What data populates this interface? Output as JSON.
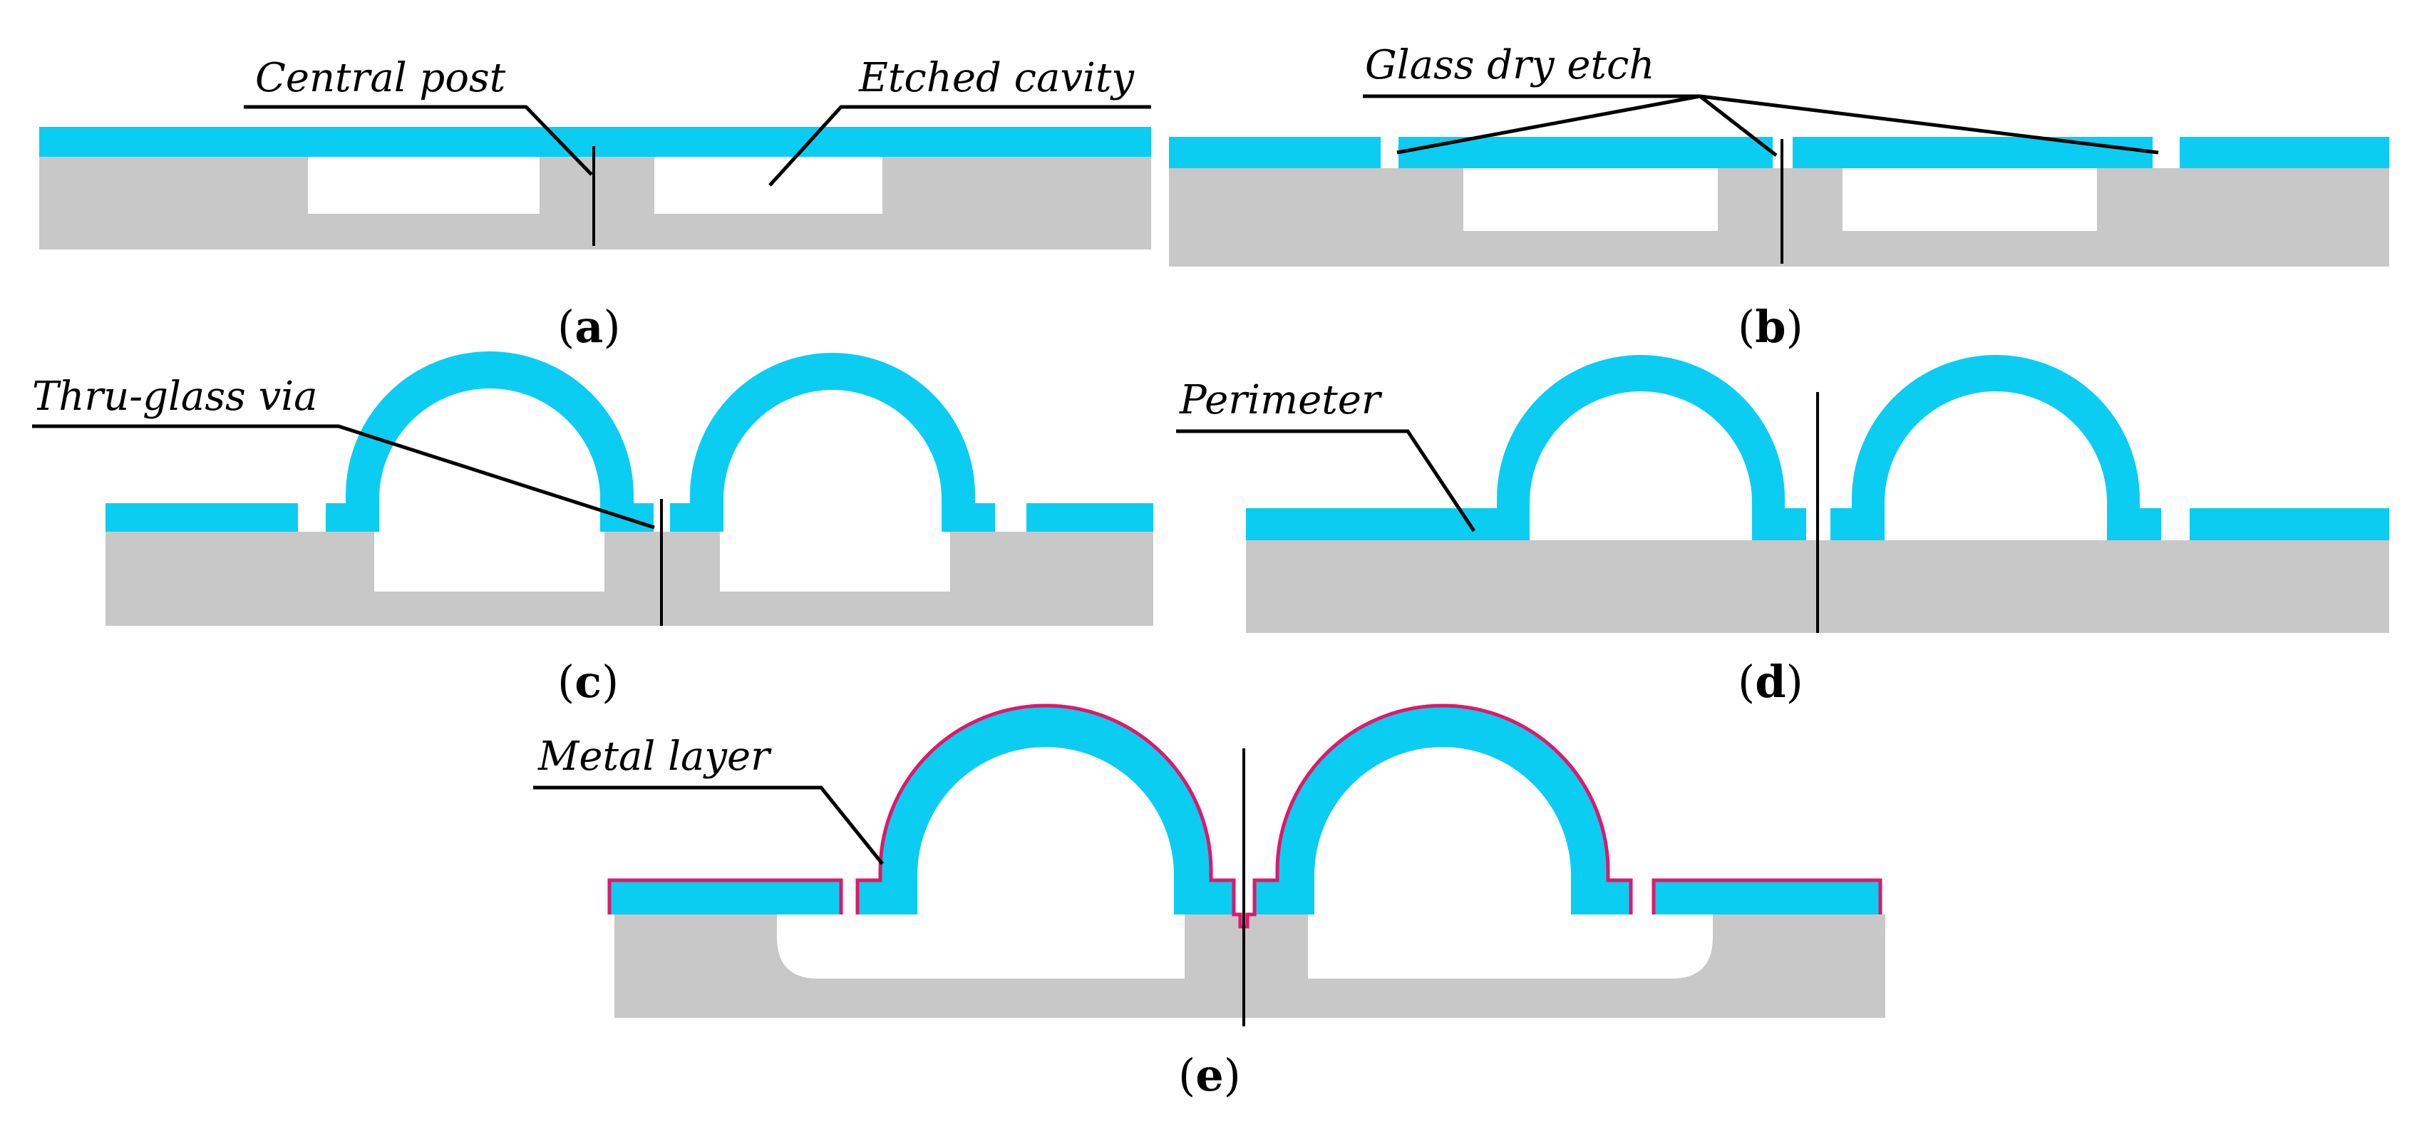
{
  "panels": {
    "a": {
      "caption_letter": "a",
      "labels": {
        "central_post": "Central post",
        "etched_cavity": "Etched cavity"
      }
    },
    "b": {
      "caption_letter": "b",
      "labels": {
        "glass_dry_etch": "Glass dry etch"
      }
    },
    "c": {
      "caption_letter": "c",
      "labels": {
        "thru_glass_via": "Thru-glass via"
      }
    },
    "d": {
      "caption_letter": "d",
      "labels": {
        "perimeter": "Perimeter"
      }
    },
    "e": {
      "caption_letter": "e",
      "labels": {
        "metal_layer": "Metal layer"
      }
    }
  },
  "colors": {
    "glass": "#0bcdf2",
    "silicon": "#c8c8c8",
    "metal": "#e0186a",
    "leader": "#000000"
  }
}
